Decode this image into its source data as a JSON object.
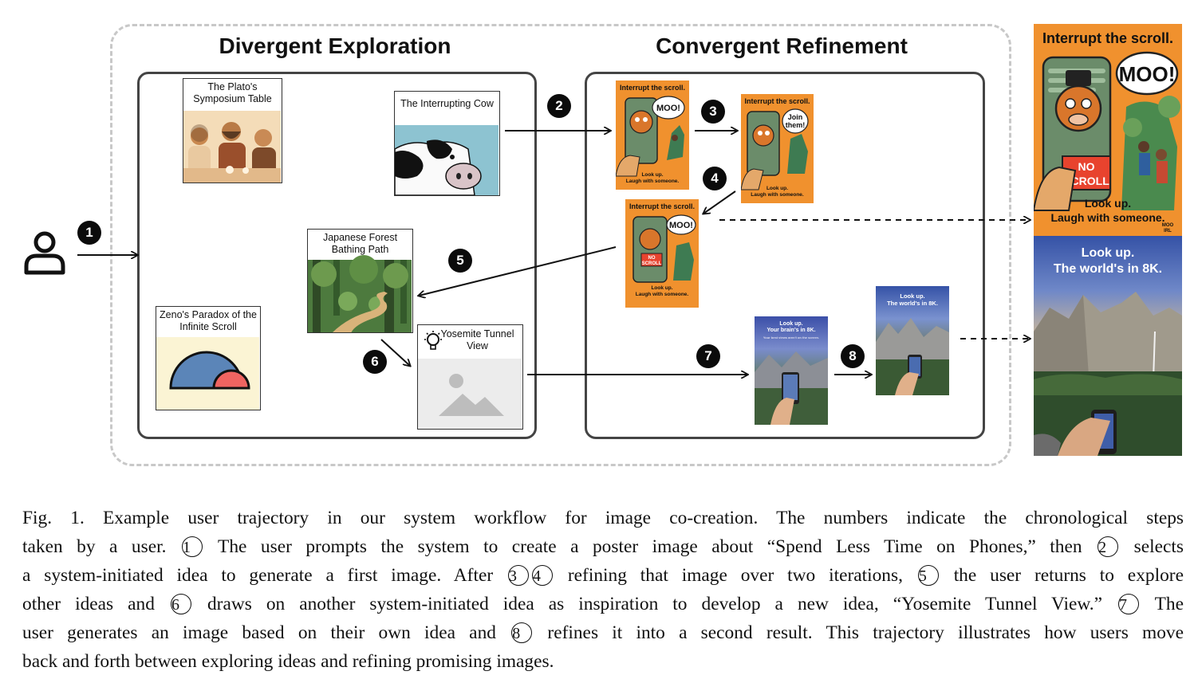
{
  "sections": {
    "divergent_title": "Divergent Exploration",
    "convergent_title": "Convergent Refinement"
  },
  "steps": [
    "1",
    "2",
    "3",
    "4",
    "5",
    "6",
    "7",
    "8"
  ],
  "cards": {
    "plato": "The Plato's Symposium Table",
    "cow": "The Interrupting Cow",
    "forest": "Japanese Forest Bathing Path",
    "zeno": "Zeno's Paradox of the Infinite Scroll",
    "yosemite": "Yosemite Tunnel View"
  },
  "posters": {
    "cow_head": "Interrupt the scroll.",
    "cow_moo": "MOO!",
    "cow_join": "Join them!",
    "cow_noscroll": "NO SCROLL",
    "cow_foot1": "Look up.",
    "cow_foot2": "Laugh with someone.",
    "cow_brand": "MOO IRL",
    "yos_head1": "Look up.",
    "yos_head2": "The world's in 8K.",
    "yos7_head2": "Your brain's in 8K.",
    "yos7_sub": "Your best views aren't on the screen."
  },
  "caption": {
    "l1": "Fig. 1.  Example user trajectory in our system workflow for image co-creation. The numbers indicate the chronological steps",
    "l2a": "taken by a user.",
    "l2b": "The user prompts the system to create a poster image about “Spend Less Time on Phones,” then",
    "l2c": "selects",
    "l3a": "a system-initiated idea to generate a first image. After",
    "l3b": "refining that image over two iterations,",
    "l3c": "the user returns to explore",
    "l4a": "other ideas and",
    "l4b": "draws on another system-initiated idea as inspiration to develop a new idea, “Yosemite Tunnel View.”",
    "l4c": "The",
    "l5a": "user generates an image based on their own idea and",
    "l5b": "refines it into a second result. This trajectory illustrates how users move",
    "l6": "back and forth between exploring ideas and refining promising images.",
    "n1": "1",
    "n2": "2",
    "n3": "3",
    "n4": "4",
    "n5": "5",
    "n6": "6",
    "n7": "7",
    "n8": "8"
  },
  "colors": {
    "poster_orange": "#f0912e",
    "phone_green": "#6b8c6a",
    "sky_blue": "#5a7fc0",
    "dash_gray": "#c8c8c8"
  },
  "icons": [
    "user-icon",
    "lightbulb-icon",
    "image-placeholder-icon"
  ]
}
